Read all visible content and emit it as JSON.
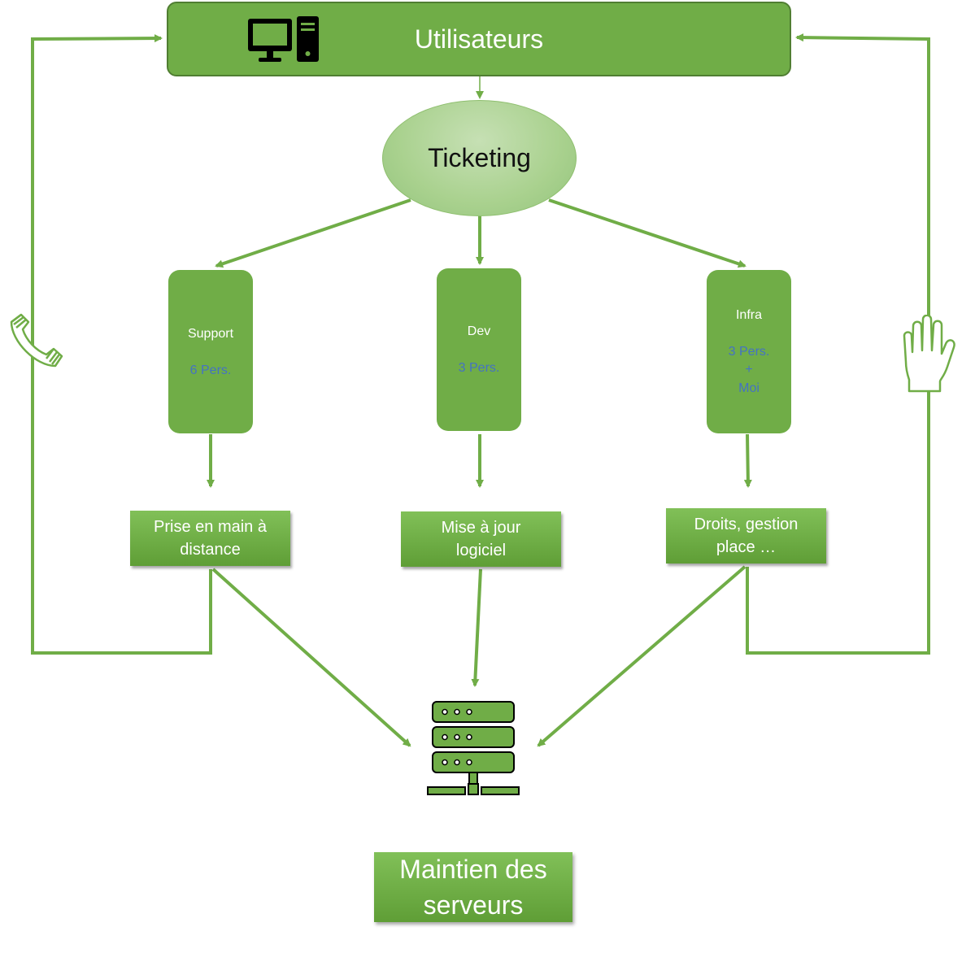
{
  "header": {
    "title": "Utilisateurs",
    "icon": "desktop-computer-icon"
  },
  "ticketing": {
    "label": "Ticketing"
  },
  "teams": [
    {
      "name": "Support",
      "count": "6 Pers.",
      "count_extra": "",
      "count_extra2": ""
    },
    {
      "name": "Dev",
      "count": "3 Pers.",
      "count_extra": "",
      "count_extra2": ""
    },
    {
      "name": "Infra",
      "count": "3 Pers.",
      "count_extra": "+",
      "count_extra2": "Moi"
    }
  ],
  "tasks": [
    {
      "line1": "Prise en main à",
      "line2": "distance"
    },
    {
      "line1": "Mise à jour",
      "line2": "logiciel"
    },
    {
      "line1": "Droits, gestion",
      "line2": "place …"
    }
  ],
  "footer": {
    "line1": "Maintien des",
    "line2": "serveurs"
  },
  "icons": {
    "left_loop": "phone-icon",
    "right_loop": "hand-icon",
    "target": "server-icon"
  },
  "colors": {
    "green": "#70ad47",
    "blue_text": "#4472c4",
    "ellipse": "#a9d18e"
  }
}
